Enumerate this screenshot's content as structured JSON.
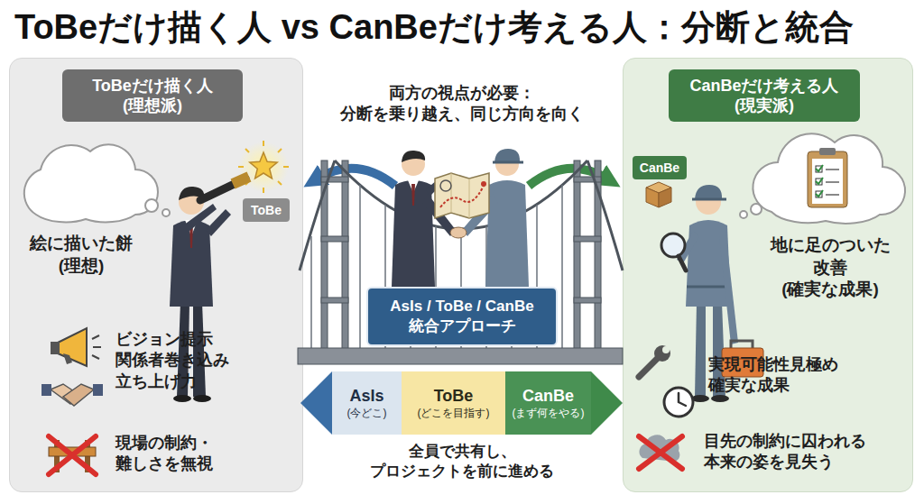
{
  "diagram": {
    "title": "ToBeだけ描く人 vs CanBeだけ考える人：分断と統合",
    "nodes": [
      {
        "text": [
          "ToBeだけ描く人 (理想派)"
        ]
      },
      {
        "text": [
          "ToBe"
        ],
        "in": 0
      },
      {
        "text": [
          "AsIs / ToBe / CanBe 統合アプローチ"
        ]
      },
      {
        "text": [
          "AsIs",
          "(今どこ)"
        ]
      },
      {
        "text": [
          "ToBe",
          "(どこを目指す)"
        ]
      },
      {
        "text": [
          "CanBe",
          "(まず何をやる)"
        ]
      },
      {
        "text": [
          "CanBeだけ考える人 (現実派)"
        ]
      },
      {
        "text": [
          "CanBe"
        ],
        "in": 6
      }
    ],
    "labels": [
      "絵に描いた餅 (理想)",
      "ビジョン提示 関係者巻き込み 立ち上げ力",
      "現場の制約・ 難しさを無視",
      "両方の視点が必要： 分断を乗り越え、同じ方向を向く",
      "全員で共有し、 プロジェクトを前に進める",
      "地に足のついた 改善 (確実な成果)",
      "実現可能性見極め 確実な成果",
      "目先の制約に囚われる 本来の姿を見失う"
    ]
  }
}
